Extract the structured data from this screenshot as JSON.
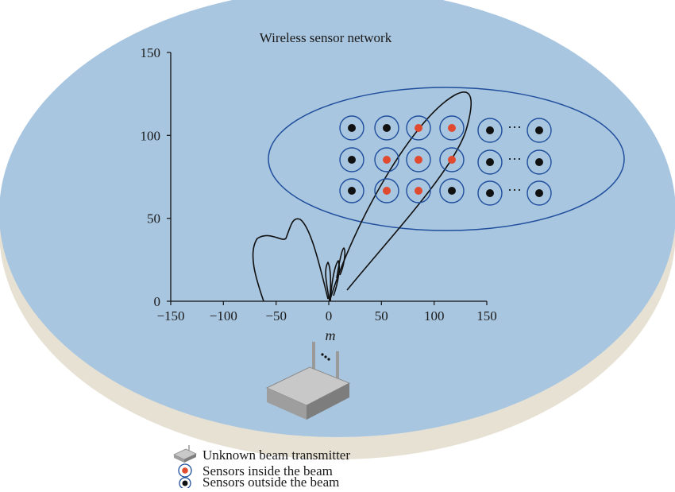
{
  "title": "Wireless sensor network",
  "axes": {
    "x_ticks": [
      "−150",
      "−100",
      "−50",
      "0",
      "50",
      "100",
      "150"
    ],
    "y_ticks": [
      "0",
      "50",
      "100",
      "150"
    ],
    "x_label": "m"
  },
  "sensor_grid": {
    "rows": [
      [
        "outside",
        "outside",
        "inside",
        "inside",
        "outside",
        "outside"
      ],
      [
        "outside",
        "inside",
        "inside",
        "inside",
        "outside",
        "outside"
      ],
      [
        "outside",
        "inside",
        "inside",
        "outside",
        "outside",
        "outside"
      ]
    ],
    "ellipsis": "⋯"
  },
  "colors": {
    "ground": "#a9c6e0",
    "ground_edge": "#e6e1d3",
    "ellipse": "#1f4e9c",
    "sensor_ring": "#1f4e9c",
    "sensor_inside": "#e04a2f",
    "sensor_outside": "#111111",
    "beam": "#111111"
  },
  "legend": {
    "items": [
      {
        "icon": "router-icon",
        "label": "Unknown beam transmitter"
      },
      {
        "icon": "sensor-inside-icon",
        "label": "Sensors inside the beam"
      },
      {
        "icon": "sensor-outside-icon",
        "label": "Sensors outside the beam"
      }
    ]
  }
}
